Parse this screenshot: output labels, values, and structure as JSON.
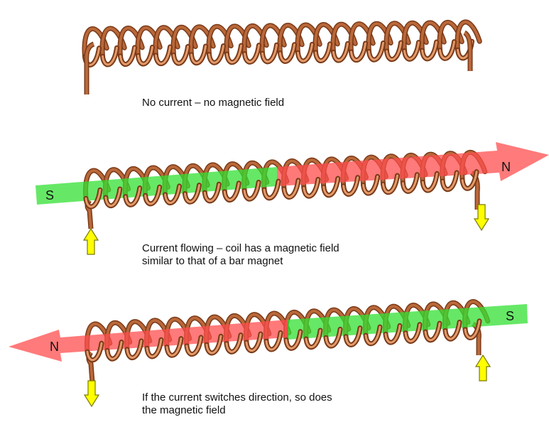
{
  "panels": [
    {
      "id": "no-current",
      "caption_lines": [
        "No current – no magnetic field"
      ],
      "field": null
    },
    {
      "id": "current-forward",
      "caption_lines": [
        "Current flowing – coil has a magnetic field",
        "similar to that of a bar magnet"
      ],
      "field": {
        "left_pole": "S",
        "right_pole": "N"
      },
      "current_arrows": [
        "up",
        "down"
      ]
    },
    {
      "id": "current-reversed",
      "caption_lines": [
        "If the current switches direction, so does",
        "the magnetic field"
      ],
      "field": {
        "left_pole": "N",
        "right_pole": "S"
      },
      "current_arrows": [
        "down",
        "up"
      ]
    }
  ],
  "colors": {
    "copper": "#b9683a",
    "copper_dark": "#7a3a18",
    "copper_light": "#e39a6a",
    "north": "#ff4d4d",
    "south": "#33e033",
    "current_arrow": "#ffff00"
  },
  "icons": {
    "coil": "helical-coil",
    "current_arrow": "block-arrow"
  }
}
